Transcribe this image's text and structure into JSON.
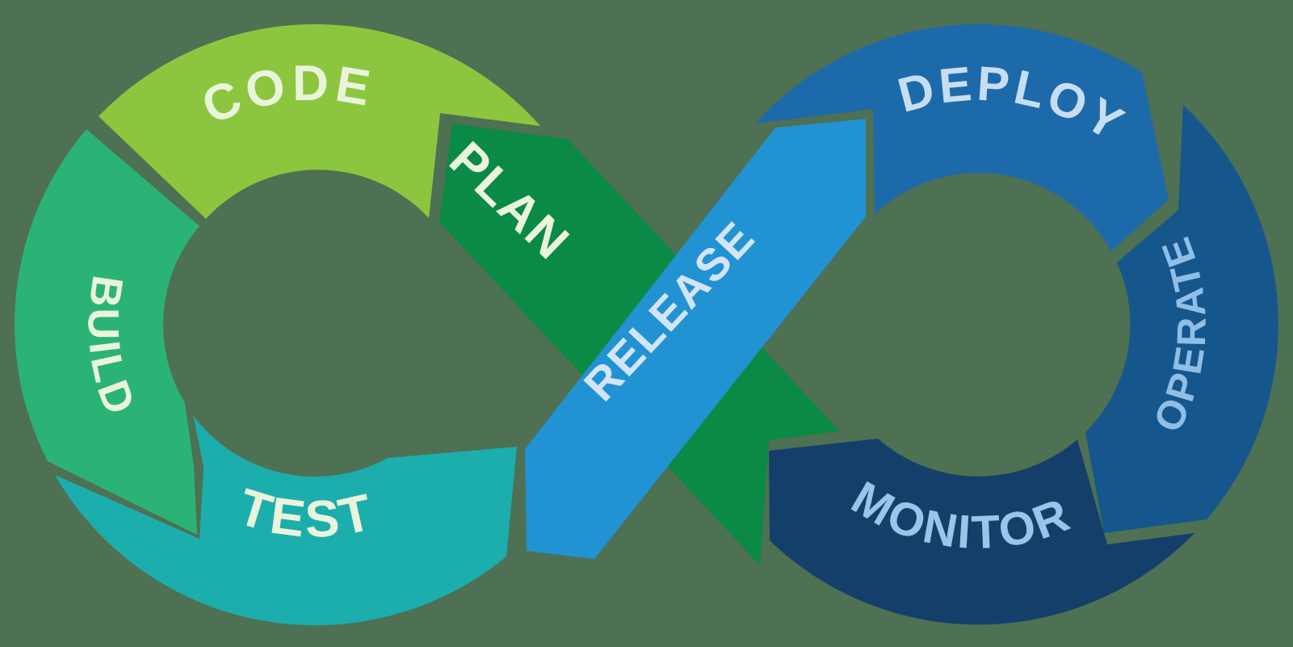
{
  "background_color": "#4E7053",
  "diagram": {
    "type": "devops-infinity-loop",
    "segments": [
      {
        "id": "code",
        "label": "CODE",
        "color": "#8CC63F",
        "text_color": "#EAF4DB"
      },
      {
        "id": "build",
        "label": "BUILD",
        "color": "#2BB377",
        "text_color": "#EAF4DB"
      },
      {
        "id": "test",
        "label": "TEST",
        "color": "#1CADAD",
        "text_color": "#EAF4DB"
      },
      {
        "id": "plan",
        "label": "PLAN",
        "color": "#0A8A45",
        "text_color": "#EAF4DB"
      },
      {
        "id": "release",
        "label": "RELEASE",
        "color": "#2193D2",
        "text_color": "#D2E4F6"
      },
      {
        "id": "deploy",
        "label": "DEPLOY",
        "color": "#1D6AAB",
        "text_color": "#C7DEF2"
      },
      {
        "id": "operate",
        "label": "OPERATE",
        "color": "#15578C",
        "text_color": "#8FBEE6"
      },
      {
        "id": "monitor",
        "label": "MONITOR",
        "color": "#153F6B",
        "text_color": "#9CC4EA"
      }
    ]
  }
}
